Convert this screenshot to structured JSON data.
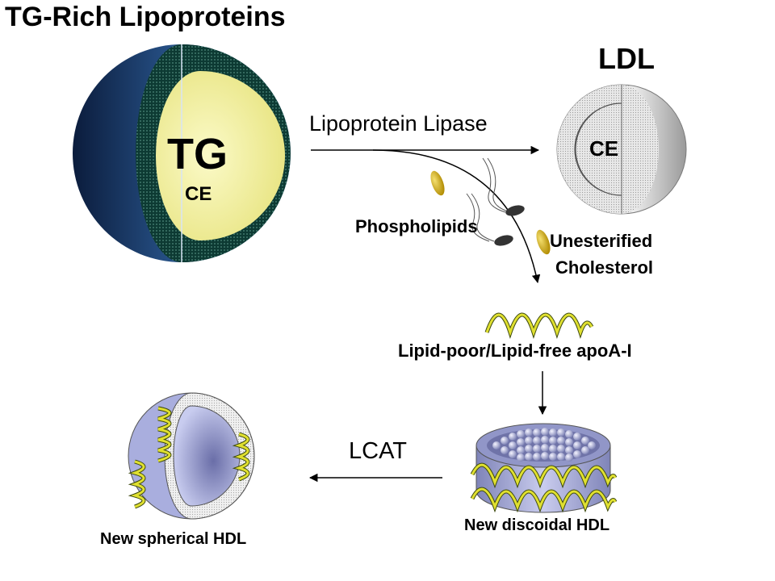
{
  "title": "TG-Rich Lipoproteins",
  "tg_particle": {
    "core_label": "TG",
    "sub_label": "CE"
  },
  "ldl": {
    "title": "LDL",
    "core_label": "CE"
  },
  "enzymes": {
    "lpl": "Lipoprotein Lipase",
    "lcat": "LCAT"
  },
  "products": {
    "phospholipids": "Phospholipids",
    "cholesterol_line1": "Unesterified",
    "cholesterol_line2": "Cholesterol"
  },
  "apoa1": {
    "label": "Lipid-poor/Lipid-free apoA-I"
  },
  "hdl": {
    "discoidal": "New discoidal HDL",
    "spherical": "New spherical HDL"
  },
  "colors": {
    "shell_blue": "#3a6ea8",
    "surface_green": "#0f3a33",
    "core_yellow": "#f3f0a0",
    "helix_yellow": "#d8d820",
    "hdl_lavender": "#aab0e0"
  }
}
